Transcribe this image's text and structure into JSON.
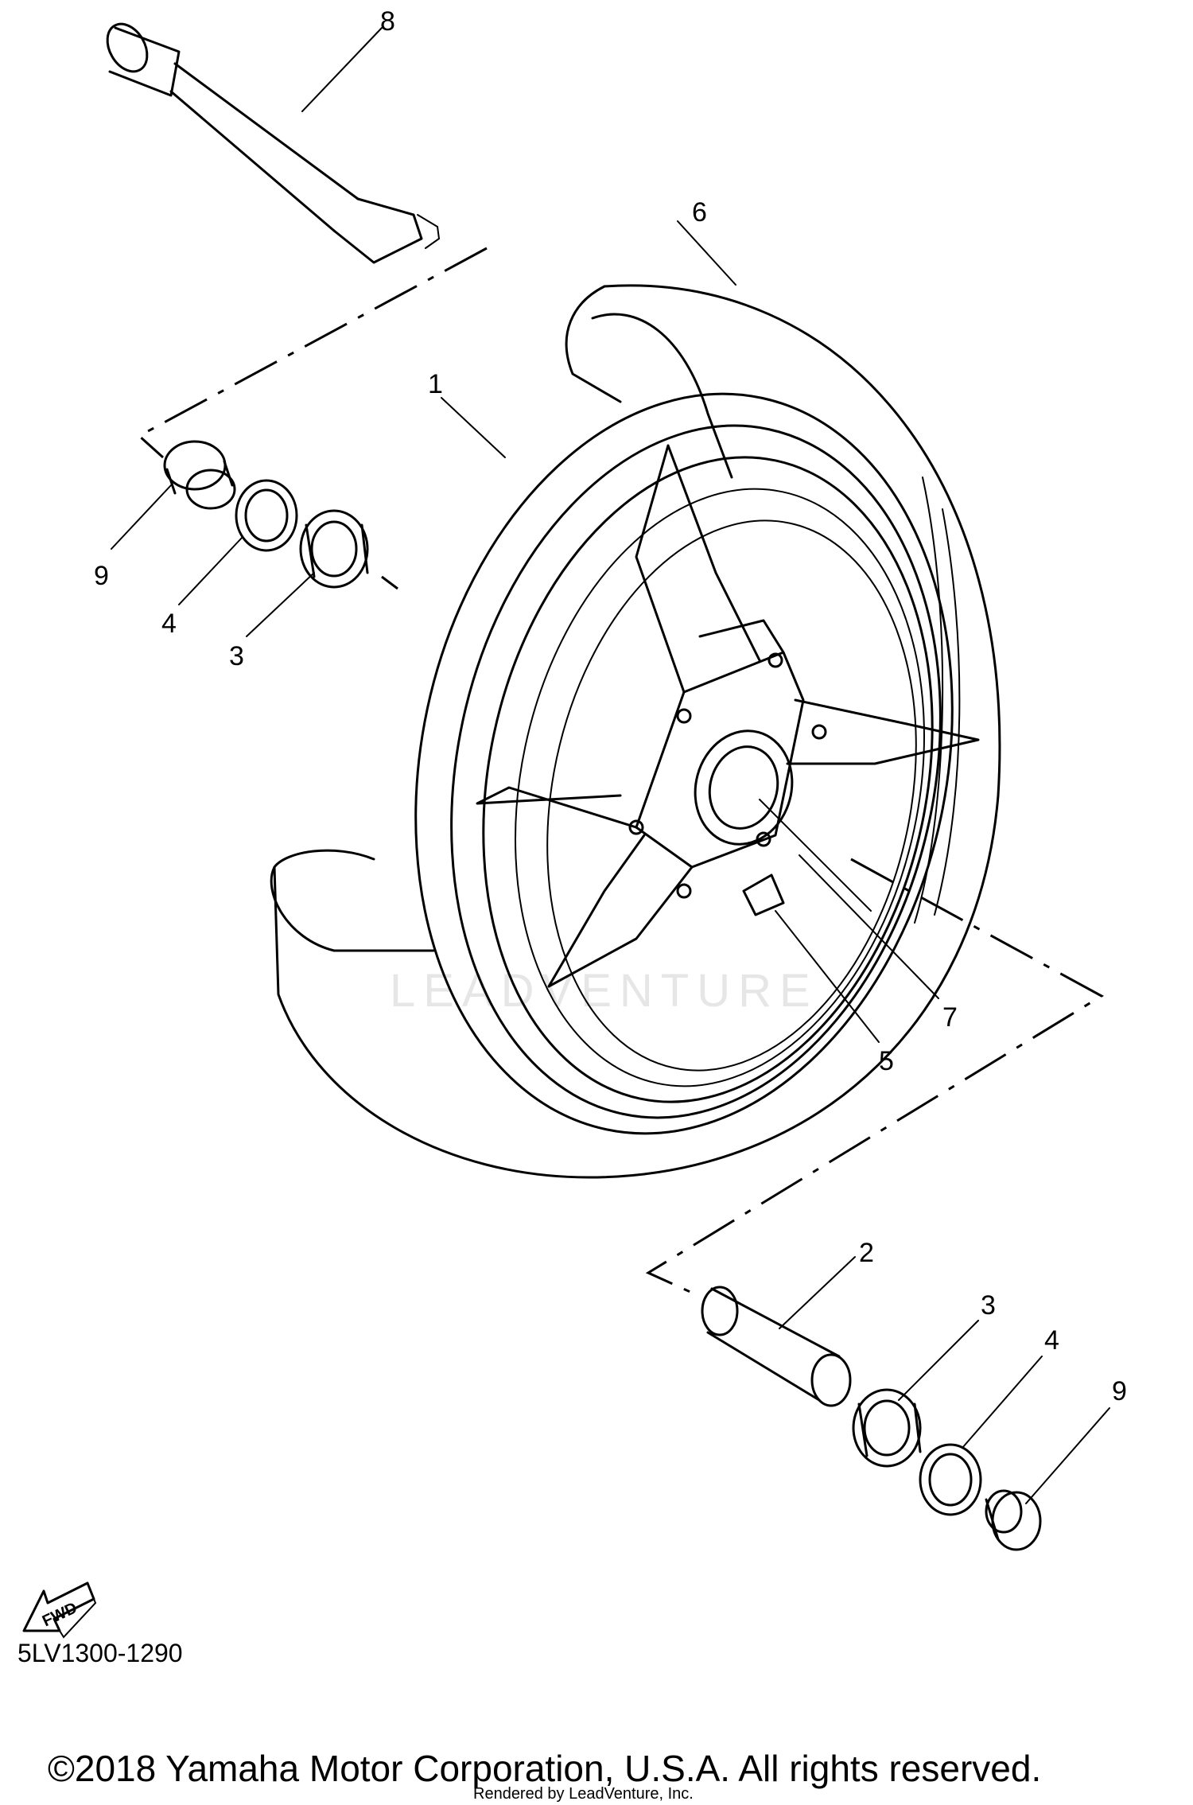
{
  "diagram_code": "5LV1300-1290",
  "copyright": "©2018 Yamaha Motor Corporation, U.S.A. All rights reserved.",
  "rendered_by": "Rendered by LeadVenture, Inc.",
  "watermark": "LEADVENTURE",
  "fwd_label": "FWD",
  "callouts": {
    "c1": "1",
    "c2": "2",
    "c3a": "3",
    "c3b": "3",
    "c4a": "4",
    "c4b": "4",
    "c5": "5",
    "c6": "6",
    "c7": "7",
    "c8": "8",
    "c9a": "9",
    "c9b": "9"
  }
}
